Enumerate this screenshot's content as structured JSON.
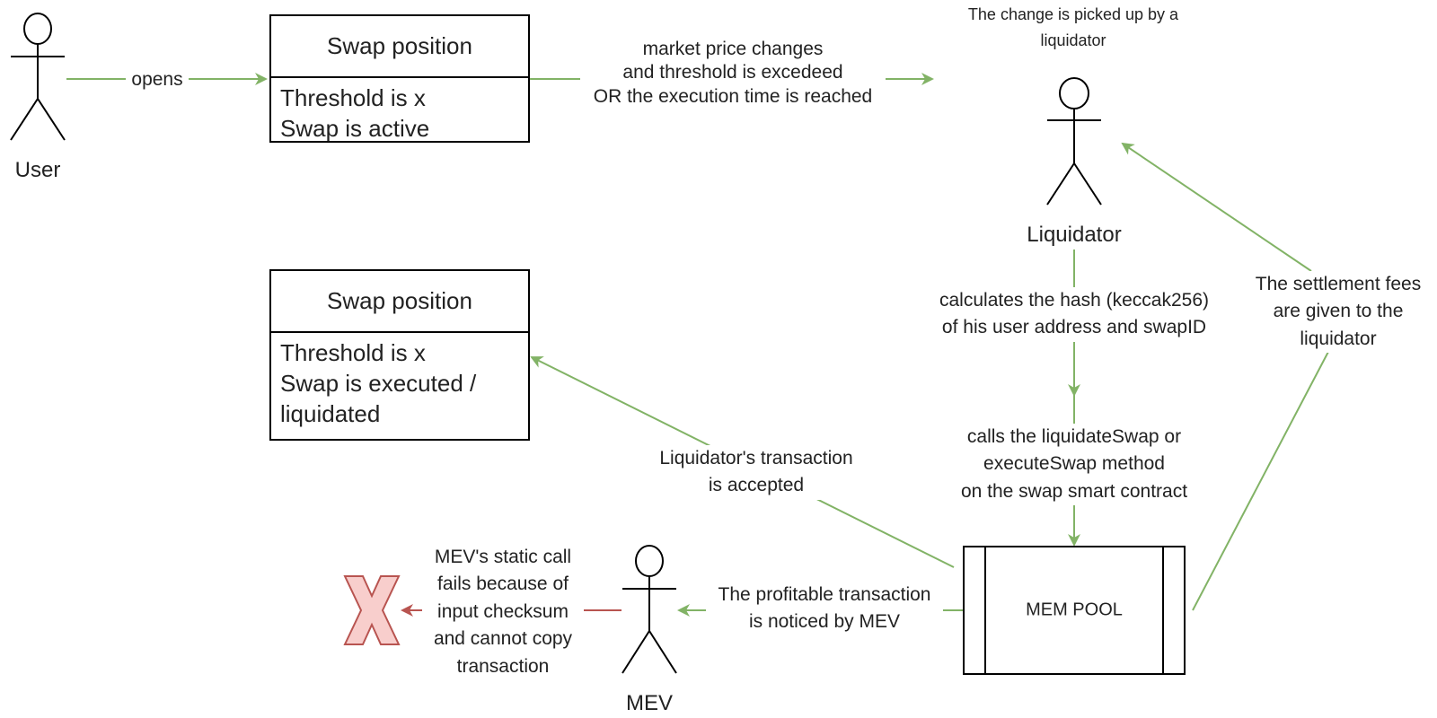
{
  "actors": {
    "user": "User",
    "liquidator": "Liquidator",
    "mev": "MEV"
  },
  "swap_active": {
    "title": "Swap position",
    "body": "Threshold is x\nSwap is active"
  },
  "swap_executed": {
    "title": "Swap position",
    "body": "Threshold is x\nSwap is executed /\nliquidated"
  },
  "mem_pool": "MEM POOL",
  "edges": {
    "opens": "opens",
    "price_change": "market price changes\nand threshold is excedeed\nOR the execution time is reached",
    "picked_up": "The change is picked up by a\nliquidator",
    "calculates_hash": "calculates the hash (keccak256)\nof his user address and swapID",
    "calls_method": "calls the liquidateSwap or\nexecuteSwap method\non the swap smart contract",
    "settlement_fees": "The settlement fees\nare given to the\nliquidator",
    "tx_accepted": "Liquidator's transaction\nis accepted",
    "noticed_by_mev": "The profitable transaction\nis noticed by MEV",
    "mev_fails": "MEV's static call\nfails because of\ninput checksum\nand cannot copy\ntransaction"
  },
  "colors": {
    "arrow_green": "#82b366",
    "arrow_red": "#b85450",
    "x_fill": "#f8cecc",
    "x_stroke": "#b85450"
  },
  "icons": {
    "fail_mark": "x-cross-icon"
  }
}
